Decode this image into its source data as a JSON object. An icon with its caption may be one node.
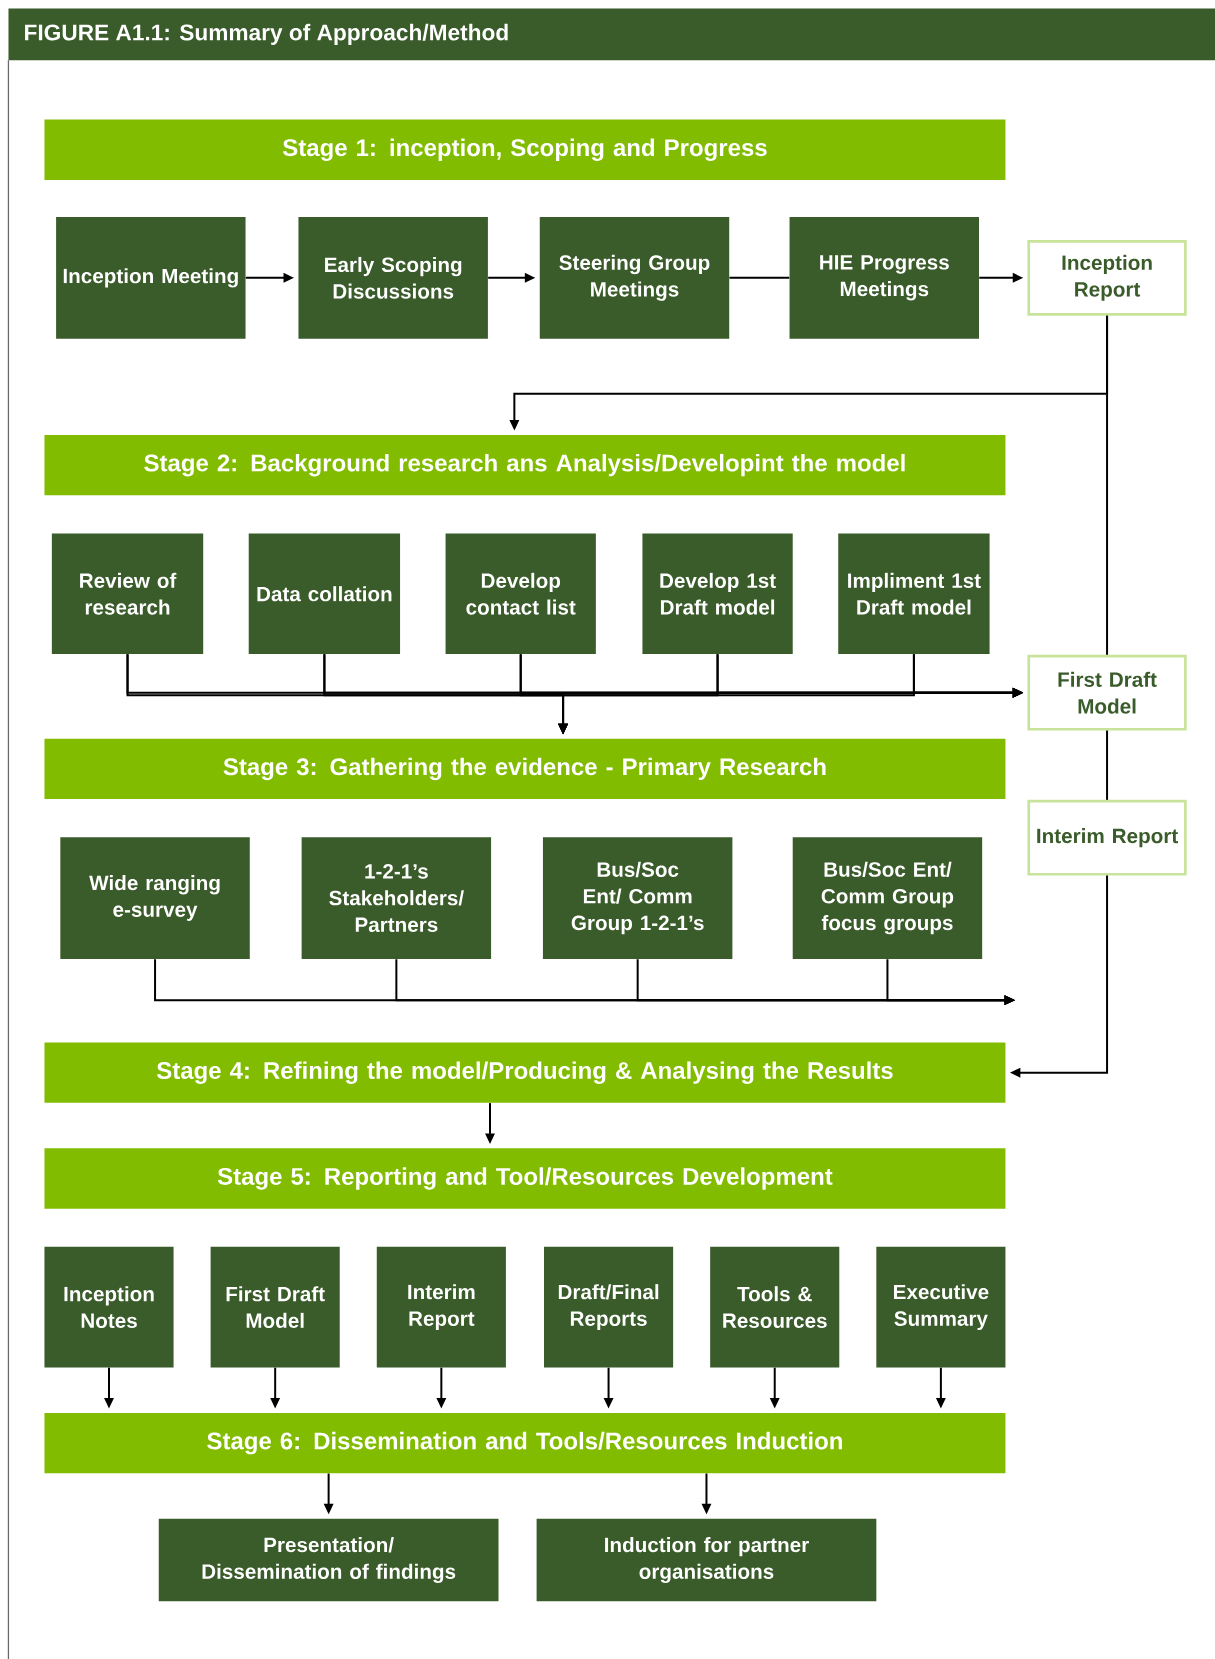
{
  "diagram": {
    "title": "FIGURE A1.1: Summary of Approach/Method",
    "nodes": [
      {
        "text": [
          "Stage 1: inception, Scoping and Progress"
        ]
      },
      {
        "text": [
          "Inception Meeting"
        ]
      },
      {
        "text": [
          "Early Scoping Discussions"
        ]
      },
      {
        "text": [
          "Steering Group Meetings"
        ]
      },
      {
        "text": [
          "HIE Progress Meetings"
        ]
      },
      {
        "text": [
          "Inception Report"
        ]
      },
      {
        "text": [
          "Stage 2: Background research ans Analysis/Developint the model"
        ]
      },
      {
        "text": [
          "Review of research"
        ]
      },
      {
        "text": [
          "Data collation"
        ]
      },
      {
        "text": [
          "Develop contact list"
        ]
      },
      {
        "text": [
          "Develop 1st Draft model"
        ]
      },
      {
        "text": [
          "Impliment 1st Draft model"
        ]
      },
      {
        "text": [
          "First Draft Model"
        ]
      },
      {
        "text": [
          "Stage 3: Gathering the evidence - Primary Research"
        ]
      },
      {
        "text": [
          "Interim Report"
        ]
      },
      {
        "text": [
          "Wide ranging e-survey"
        ]
      },
      {
        "text": [
          "1-2-1’s Stakeholders/ Partners"
        ]
      },
      {
        "text": [
          "Bus/Soc Ent/ Comm Group 1-2-1’s"
        ]
      },
      {
        "text": [
          "Bus/Soc Ent/ Comm Group focus groups"
        ]
      },
      {
        "text": [
          "Stage 4: Refining the model/Producing & Analysing the Results"
        ]
      },
      {
        "text": [
          "Stage 5: Reporting and Tool/Resources Development"
        ]
      },
      {
        "text": [
          "Inception Notes"
        ]
      },
      {
        "text": [
          "First Draft Model"
        ]
      },
      {
        "text": [
          "Interim Report"
        ]
      },
      {
        "text": [
          "Draft/Final Reports"
        ]
      },
      {
        "text": [
          "Tools & Resources"
        ]
      },
      {
        "text": [
          "Executive Summary"
        ]
      },
      {
        "text": [
          "Stage 6: Dissemination and Tools/Resources Induction"
        ]
      },
      {
        "text": [
          "Presentation/ Dissemination of findings"
        ]
      },
      {
        "text": [
          "Induction for partner organisations"
        ]
      }
    ],
    "edges": [
      {
        "from": 1,
        "to": 2,
        "arrow": "to"
      },
      {
        "from": 2,
        "to": 3,
        "arrow": "to"
      },
      {
        "from": 3,
        "to": 4,
        "arrow": "none"
      },
      {
        "from": 4,
        "to": 5,
        "arrow": "to"
      },
      {
        "from": 5,
        "to": 6,
        "arrow": "to"
      },
      {
        "from": 5,
        "to": 12,
        "arrow": "none"
      },
      {
        "from": 12,
        "to": 14,
        "arrow": "none"
      },
      {
        "from": 14,
        "to": 19,
        "arrow": "to"
      },
      {
        "from": 7,
        "to": 12,
        "arrow": "to"
      },
      {
        "from": 8,
        "to": 12,
        "arrow": "to"
      },
      {
        "from": 9,
        "to": 12,
        "arrow": "to"
      },
      {
        "from": 10,
        "to": 12,
        "arrow": "to"
      },
      {
        "from": 11,
        "to": 12,
        "arrow": "to"
      },
      {
        "from": 7,
        "to": 13,
        "arrow": "to"
      },
      {
        "from": 8,
        "to": 13,
        "arrow": "to"
      },
      {
        "from": 9,
        "to": 13,
        "arrow": "to"
      },
      {
        "from": 10,
        "to": 13,
        "arrow": "to"
      },
      {
        "from": 11,
        "to": 13,
        "arrow": "to"
      },
      {
        "from": 15,
        "to": null,
        "arrow": "to"
      },
      {
        "from": 16,
        "to": null,
        "arrow": "to"
      },
      {
        "from": 17,
        "to": null,
        "arrow": "to"
      },
      {
        "from": 18,
        "to": null,
        "arrow": "to"
      },
      {
        "from": 19,
        "to": 20,
        "arrow": "to"
      },
      {
        "from": 21,
        "to": 27,
        "arrow": "to"
      },
      {
        "from": 22,
        "to": 27,
        "arrow": "to"
      },
      {
        "from": 23,
        "to": 27,
        "arrow": "to"
      },
      {
        "from": 24,
        "to": 27,
        "arrow": "to"
      },
      {
        "from": 25,
        "to": 27,
        "arrow": "to"
      },
      {
        "from": 26,
        "to": 27,
        "arrow": "to"
      },
      {
        "from": 27,
        "to": 28,
        "arrow": "to"
      },
      {
        "from": 27,
        "to": 29,
        "arrow": "to"
      }
    ]
  }
}
